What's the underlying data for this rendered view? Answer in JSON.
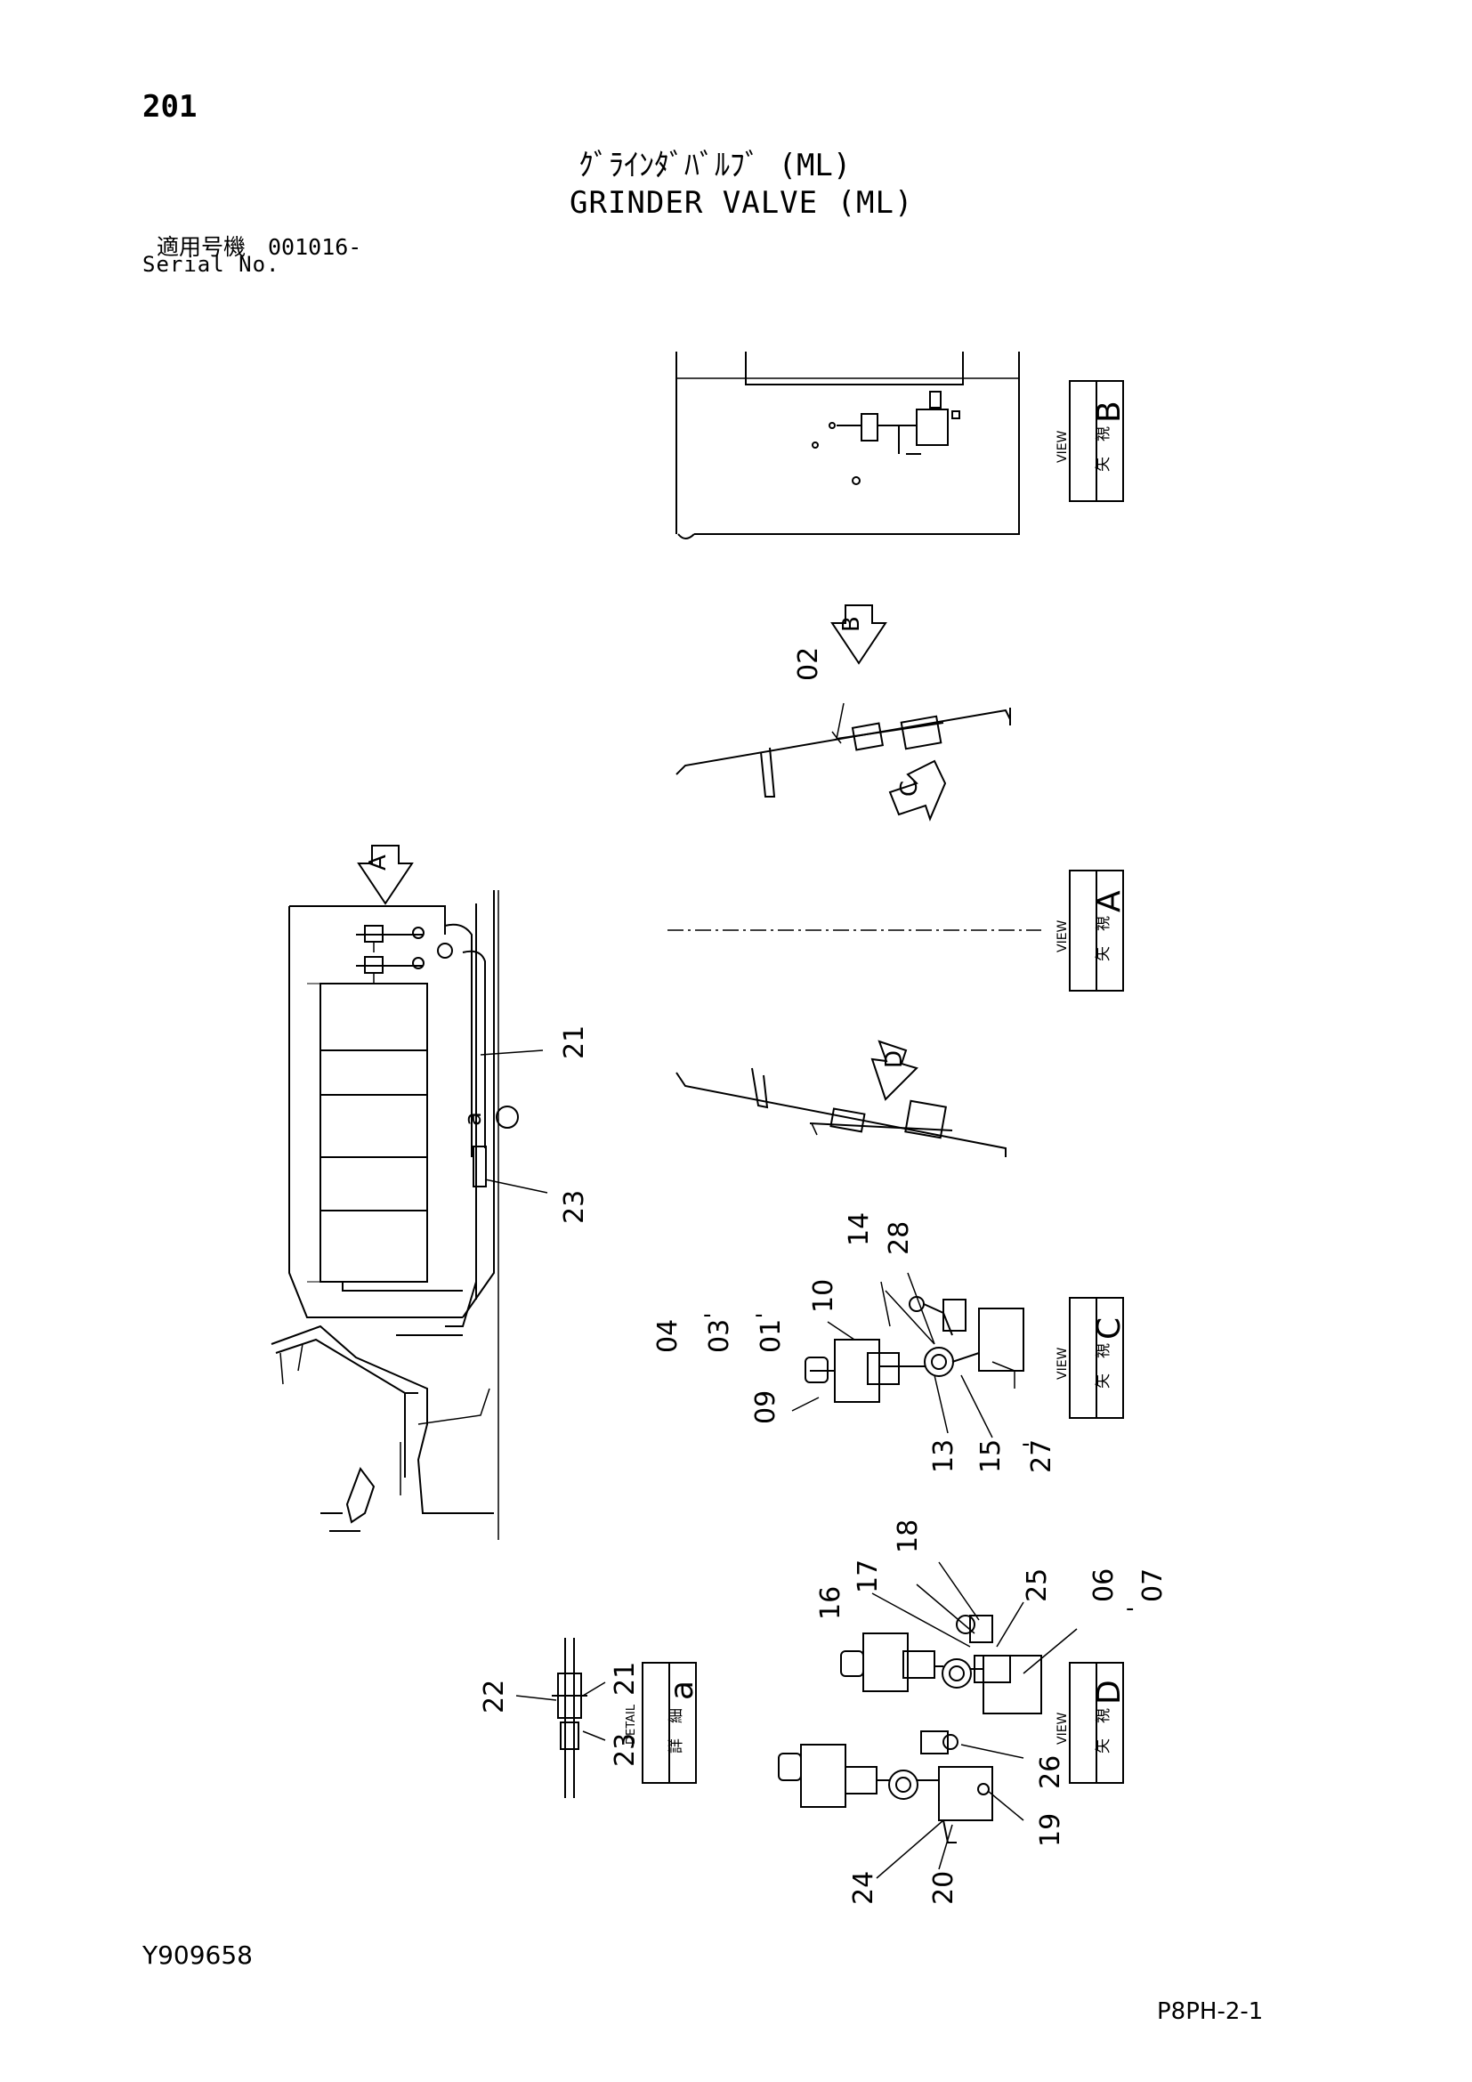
{
  "header": {
    "page_number": "201",
    "title_jp": "ｸﾞﾗｲﾝﾀﾞﾊﾞﾙﾌﾞ (ML)",
    "title_en": "GRINDER VALVE (ML)",
    "serial_jp": "適用号機　001016-",
    "serial_en": "Serial No."
  },
  "views": {
    "view_b": {
      "jp": "矢　視",
      "en": "VIEW",
      "letter": "B"
    },
    "view_a": {
      "jp": "矢　視",
      "en": "VIEW",
      "letter": "A"
    },
    "view_c": {
      "jp": "矢　視",
      "en": "VIEW",
      "letter": "C"
    },
    "view_d": {
      "jp": "矢　視",
      "en": "VIEW",
      "letter": "D"
    },
    "detail_a": {
      "jp": "詳　細",
      "en": "DETAIL",
      "letter": "a"
    }
  },
  "arrows": {
    "a": "A",
    "b": "B",
    "c": "C",
    "d": "D",
    "detail": "a"
  },
  "callouts": {
    "c02": "02",
    "c21_main": "21",
    "c23_main": "23",
    "c04": "04",
    "c03": "03",
    "c01": "01",
    "c09": "09",
    "c10": "10",
    "c14": "14",
    "c28": "28",
    "c13": "13",
    "c15": "15",
    "c27": "27",
    "c18": "18",
    "c17": "17",
    "c16": "16",
    "c25": "25",
    "c06": "06",
    "c07": "07",
    "c26": "26",
    "c19": "19",
    "c20": "20",
    "c24": "24",
    "c22": "22",
    "c21_detail": "21",
    "c23_detail": "23"
  },
  "footer": {
    "drawing_no": "Y909658",
    "page_code": "P8PH-2-1"
  }
}
